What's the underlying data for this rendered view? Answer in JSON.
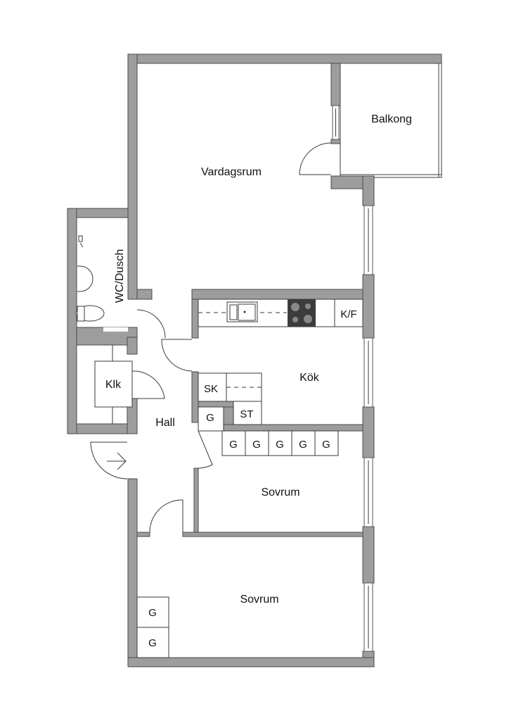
{
  "rooms": {
    "living_room": "Vardagsrum",
    "balcony": "Balkong",
    "bathroom": "WC/Dusch",
    "closet": "Klk",
    "hall": "Hall",
    "kitchen": "Kök",
    "bedroom_1": "Sovrum",
    "bedroom_2": "Sovrum"
  },
  "fixtures": {
    "fridge_freezer": "K/F",
    "broom_closet": "SK",
    "storage": "ST",
    "wardrobe": "G"
  },
  "colors": {
    "wall": "#9d9d9d",
    "line": "#3a3a3a",
    "stove": "#3c3c3c"
  }
}
